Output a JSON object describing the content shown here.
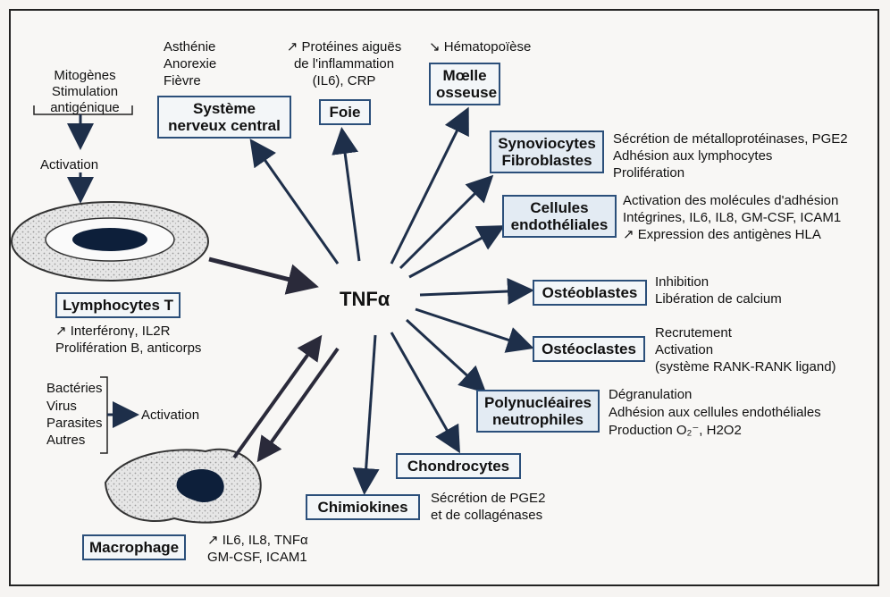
{
  "center": "TNFα",
  "left": {
    "trigger_lines": [
      "Mitogènes",
      "Stimulation",
      "antigénique"
    ],
    "activation1": "Activation",
    "lymphocyte_label": "Lymphocytes T",
    "lymph_effects": [
      "↗ Interféronγ, IL2R",
      "Prolifération B, anticorps"
    ],
    "infection_lines": [
      "Bactéries",
      "Virus",
      "Parasites",
      "Autres"
    ],
    "activation2": "Activation",
    "macrophage_label": "Macrophage",
    "macro_effects": [
      "↗ IL6, IL8, TNFα",
      "GM-CSF, ICAM1"
    ]
  },
  "top": {
    "snc_effects": [
      "Asthénie",
      "Anorexie",
      "Fièvre"
    ],
    "snc_label": [
      "Système",
      "nerveux central"
    ],
    "foie_effects": [
      "↗ Protéines aiguës",
      "de l'inflammation",
      "(IL6), CRP"
    ],
    "foie_label": "Foie",
    "moelle_effect": "↘ Hématopoïèse",
    "moelle_label": [
      "Mœlle",
      "osseuse"
    ]
  },
  "right": {
    "synovio_label": [
      "Synoviocytes",
      "Fibroblastes"
    ],
    "synovio_effects": [
      "Sécrétion de métalloprotéinases, PGE2",
      "Adhésion aux lymphocytes",
      "Prolifération"
    ],
    "endo_label": [
      "Cellules",
      "endothéliales"
    ],
    "endo_effects": [
      "Activation des molécules d'adhésion",
      "Intégrines, IL6, IL8, GM-CSF, ICAM1",
      "↗ Expression des antigènes HLA"
    ],
    "osteoblastes_label": "Ostéoblastes",
    "osteoblastes_effects": [
      "Inhibition",
      "Libération de calcium"
    ],
    "osteoclastes_label": "Ostéoclastes",
    "osteoclastes_effects": [
      "Recrutement",
      "Activation",
      "(système RANK-RANK ligand)"
    ],
    "poly_label": [
      "Polynucléaires",
      "neutrophiles"
    ],
    "poly_effects": [
      "Dégranulation",
      "Adhésion aux cellules endothéliales",
      "Production O₂⁻, H2O2"
    ]
  },
  "bottom": {
    "chondro_label": "Chondrocytes",
    "chimio_label": "Chimiokines",
    "chimio_effects": [
      "Sécrétion de PGE2",
      "et de collagénases"
    ]
  },
  "colors": {
    "box_border": "#2b4f7a",
    "arrow": "#1e2f4a"
  }
}
